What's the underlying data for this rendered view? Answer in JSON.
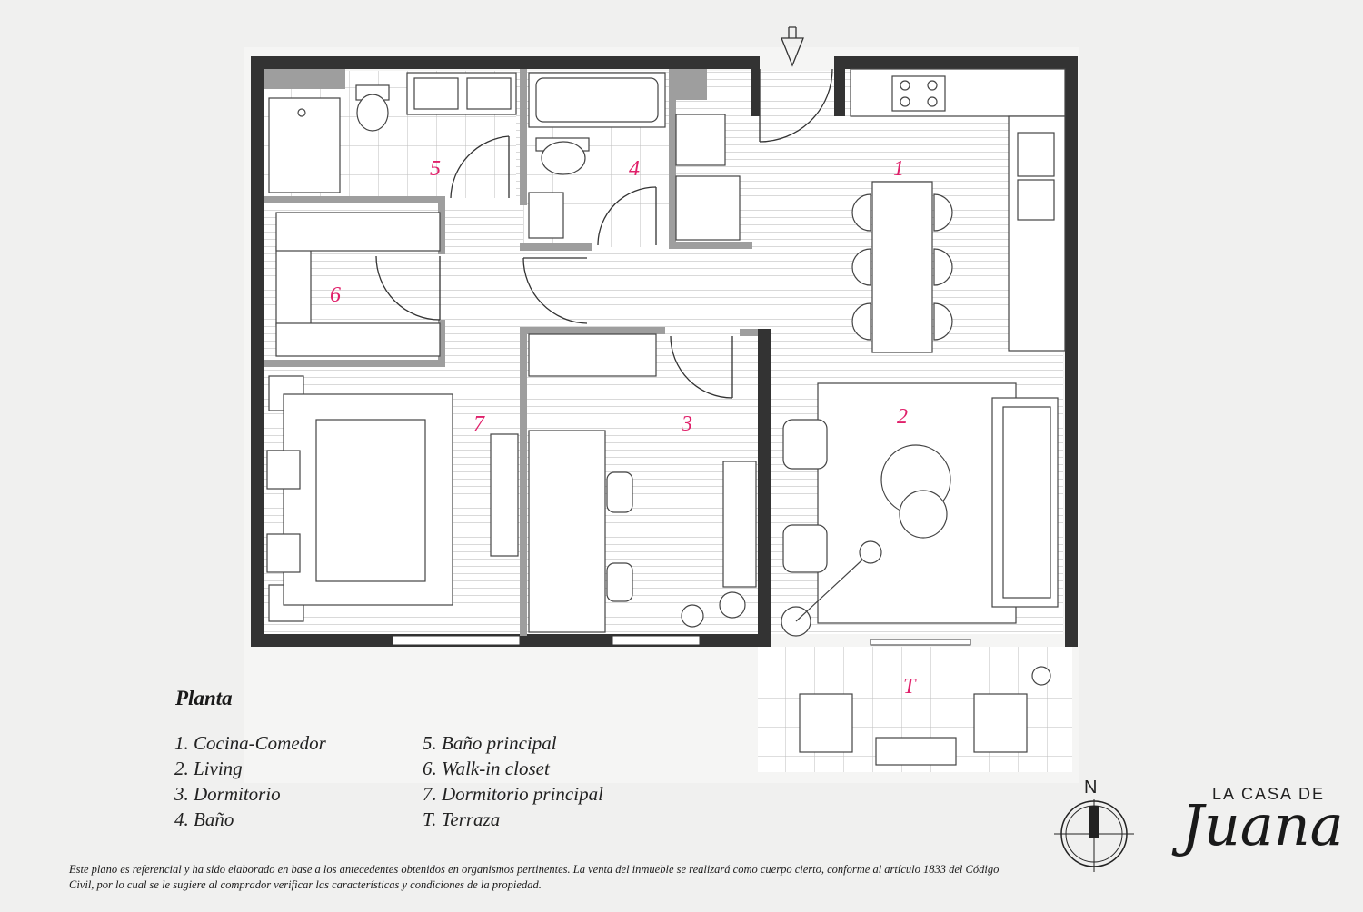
{
  "plan": {
    "rooms": [
      {
        "number": "1"
      },
      {
        "number": "2"
      },
      {
        "number": "3"
      },
      {
        "number": "4"
      },
      {
        "number": "5"
      },
      {
        "number": "6"
      },
      {
        "number": "7"
      },
      {
        "number": "T"
      }
    ],
    "colors": {
      "wall": "#333333",
      "room_number": "#e0206a",
      "background": "#f0f0ef"
    }
  },
  "legend": {
    "title": "Planta",
    "col1": [
      "1.  Cocina-Comedor",
      "2.  Living",
      "3. Dormitorio",
      "4. Baño"
    ],
    "col2": [
      "5. Baño principal",
      "6. Walk-in closet",
      "7. Dormitorio principal",
      "T. Terraza"
    ]
  },
  "disclaimer": "Este plano es referencial y ha sido elaborado en base a los antecedentes obtenidos en organismos pertinentes.  La venta del inmueble se realizará como cuerpo cierto, conforme al artículo 1833 del Código Civil, por lo cual se le sugiere al comprador verificar las características y condiciones de la propiedad.",
  "compass": {
    "label": "N"
  },
  "brand": {
    "top": "LA CASA DE",
    "script": "Juana"
  }
}
